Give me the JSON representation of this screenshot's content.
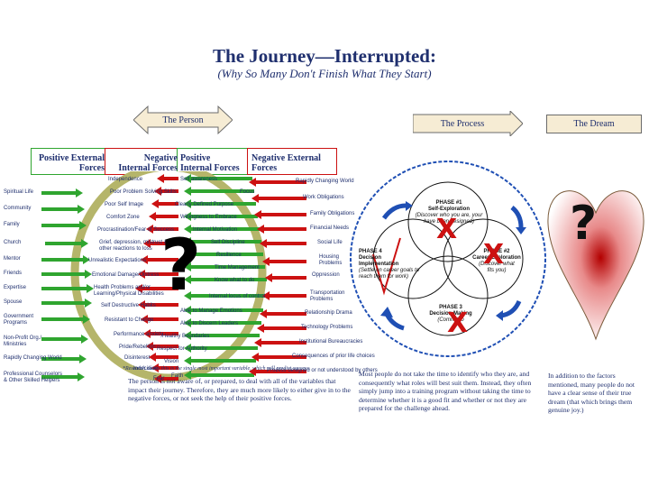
{
  "title": "The Journey—Interrupted:",
  "subtitle": "(Why So Many Don't Finish What They Start)",
  "arrows": {
    "person": "The Person",
    "process": "The Process",
    "dream": "The Dream"
  },
  "columns": {
    "pos_external": [
      "Positive External",
      "Forces"
    ],
    "neg_internal": [
      "Negative",
      "Internal Forces"
    ],
    "pos_internal": [
      "Positive",
      "Internal Forces"
    ],
    "neg_external": [
      "Negative External",
      "Forces"
    ]
  },
  "left_labels": [
    "Spiritual Life",
    "Community",
    "Family",
    "Church",
    "Mentor",
    "Friends",
    "Expertise",
    "Spouse",
    "Government Programs",
    "Non-Profit Org./ Ministries",
    "Rapidly Changing World",
    "Professional Counselors & Other Skilled Helpers"
  ],
  "inner_left": [
    "Independence",
    "Poor Problem Solving Skills",
    "Poor Self Image",
    "Comfort Zone",
    "Procrastination/Fear of Success",
    "Grief, depression, mistrust & other reactions to loss",
    "Unrealistic Expectations",
    "Emotional Damage/Distress",
    "Health Problems and/or Learning/Physical Disabilities",
    "Self Destructive Habits",
    "Resistant to Change",
    "Performance anxiety",
    "Pride/Rebellion",
    "Disinterest",
    "Indecision",
    "Fear"
  ],
  "inner_right": [
    "Self awareness",
    "Focus",
    "Clearly Defined Purpose",
    "Willingness to Embrace",
    "Internal Motivation",
    "Self Discipline",
    "Resilience",
    "Time Management",
    "Know what to do",
    "Internal locus of control",
    "Able to Manage Emotions",
    "Able to Discern Leaders",
    "Healthy Boundaries",
    "Respect for Authority",
    "Vision",
    "Faith"
  ],
  "right_labels": [
    "Rapidly Changing World",
    "Work Obligations",
    "Family Obligations",
    "Financial Needs",
    "Social Life",
    "Housing Problems",
    "Oppression",
    "Transportation Problems",
    "Relationship Drama",
    "Technology Problems",
    "Institutional Bureaucracies",
    "Consequences of prior life choices",
    "Process designed or not understood by others"
  ],
  "question": "?",
  "phases": {
    "p1": [
      "PHASE #1",
      "Self-Exploration",
      "(Discover who you are, your",
      "have been designed)"
    ],
    "p2": [
      "PHASE #2",
      "Career Exploration",
      "(Discover what",
      "fits you)"
    ],
    "p3": [
      "PHASE 3",
      "Decision Making",
      "(Commit to",
      "..."
    ],
    "p4": [
      "PHASE 4",
      "Decision",
      "Implementation",
      "(Settle on career goals to",
      "reach them for work)"
    ]
  },
  "x_mark": "X",
  "research_note": "*Research shows this is the single most important variable, which will predict success.",
  "para_person": "The person is not aware of, or prepared, to deal with all of the variables that impact their journey. Therefore, they are much more likely to either give in to the negative forces, or not seek the help of their positive forces.",
  "para_process": "Most people do not take the time to identify who they are, and consequently what roles will best suit them. Instead, they often simply jump into a training program without taking the time to determine whether it is a good fit and whether or not they are prepared for the challenge ahead.",
  "para_dream": "In addition to the factors mentioned, many people do not have a clear sense of their true dream (that which brings them genuine joy.)",
  "colors": {
    "navy": "#1f2f6e",
    "red": "#cc1111",
    "green": "#2fa52f",
    "oval": "#c8c98a",
    "blue": "#1f4fb4"
  }
}
